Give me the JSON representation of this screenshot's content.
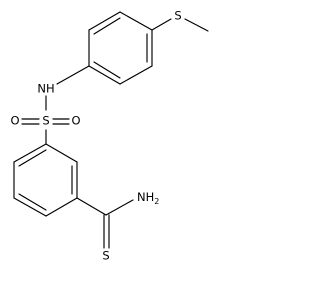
{
  "molecule": {
    "atoms": {
      "sulfur_methylthio": "S",
      "nitrogen_amide": "NH",
      "oxygen_left": "O",
      "sulfur_sulfonyl": "S",
      "oxygen_right": "O",
      "nh2_symbol": "NH",
      "nh2_subscript": "2",
      "sulfur_thioamide": "S"
    }
  }
}
